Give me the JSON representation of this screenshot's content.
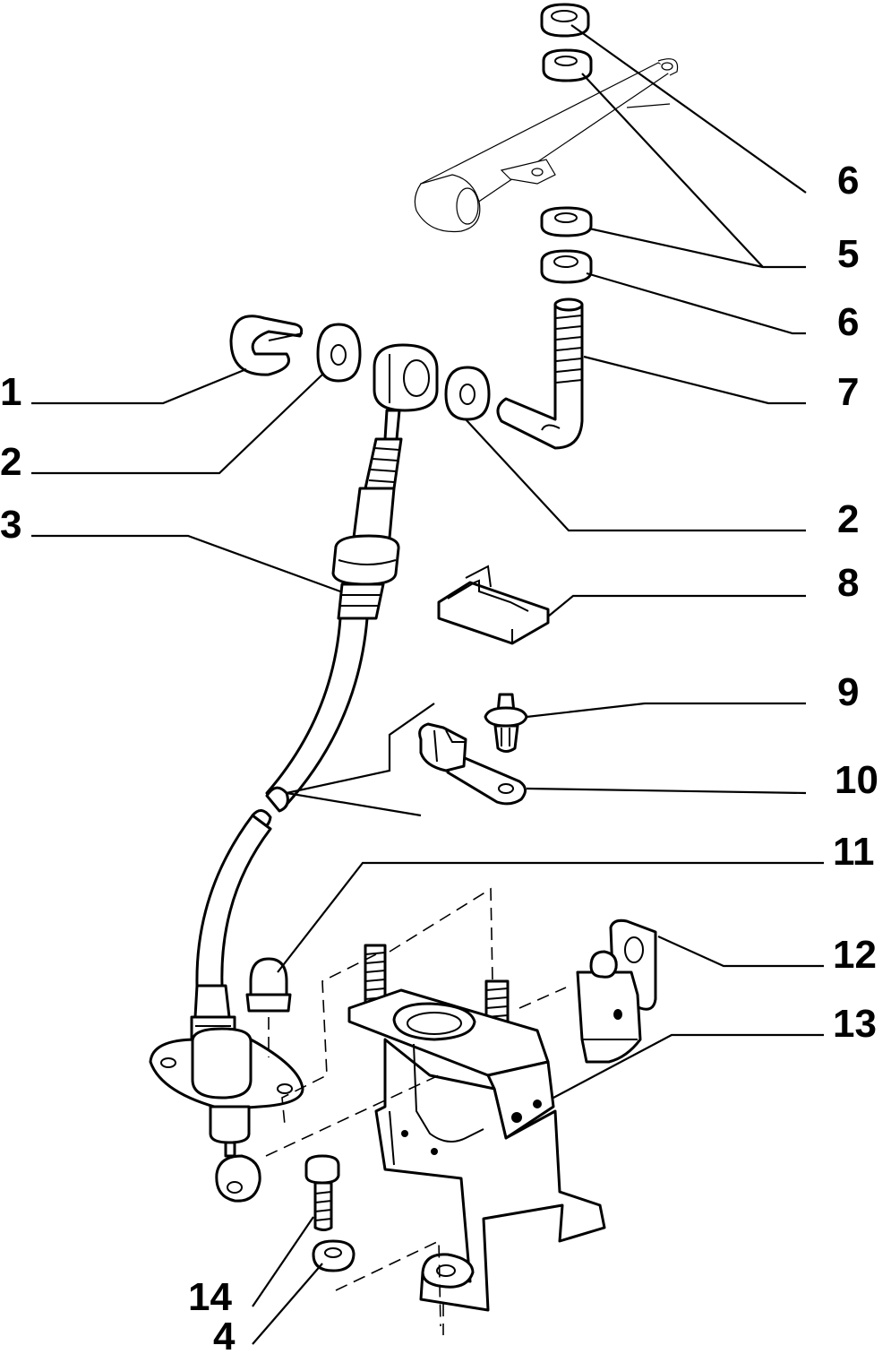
{
  "callouts": [
    {
      "id": "c1",
      "text": "1"
    },
    {
      "id": "c2a",
      "text": "2"
    },
    {
      "id": "c3",
      "text": "3"
    },
    {
      "id": "c14",
      "text": "14"
    },
    {
      "id": "c4",
      "text": "4"
    },
    {
      "id": "c6a",
      "text": "6"
    },
    {
      "id": "c5",
      "text": "5"
    },
    {
      "id": "c6b",
      "text": "6"
    },
    {
      "id": "c7",
      "text": "7"
    },
    {
      "id": "c2b",
      "text": "2"
    },
    {
      "id": "c8",
      "text": "8"
    },
    {
      "id": "c9",
      "text": "9"
    },
    {
      "id": "c10",
      "text": "10"
    },
    {
      "id": "c11",
      "text": "11"
    },
    {
      "id": "c12",
      "text": "12"
    },
    {
      "id": "c13",
      "text": "13"
    }
  ]
}
